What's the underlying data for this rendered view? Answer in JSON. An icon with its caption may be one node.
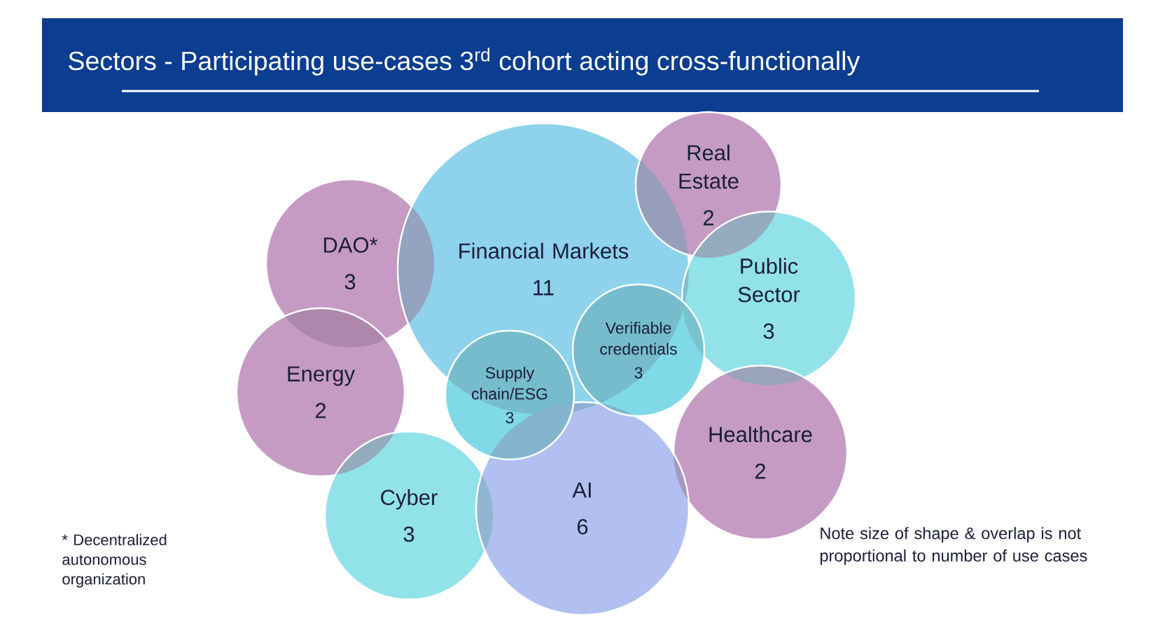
{
  "diagram": {
    "title": "Sectors - Participating use-cases 3$^{rd}$ cohort acting cross-functionally",
    "nodes": [
      {
        "text": [
          "Real Estate",
          "2"
        ]
      },
      {
        "text": [
          "DAO*",
          "3"
        ]
      },
      {
        "text": [
          "Financial Markets",
          "11"
        ]
      },
      {
        "text": [
          "Public Sector",
          "3"
        ]
      },
      {
        "text": [
          "Verifiable credentials",
          "3"
        ]
      },
      {
        "text": [
          "Energy",
          "2"
        ]
      },
      {
        "text": [
          "Supply chain/ESG",
          "3"
        ]
      },
      {
        "text": [
          "Healthcare",
          "2"
        ]
      },
      {
        "text": [
          "Cyber",
          "3"
        ]
      },
      {
        "text": [
          "AI",
          "6"
        ]
      }
    ],
    "labels": [
      "* Decentralized autonomous organization",
      "Note size of shape & overlap is not proportional to number of use cases"
    ]
  }
}
